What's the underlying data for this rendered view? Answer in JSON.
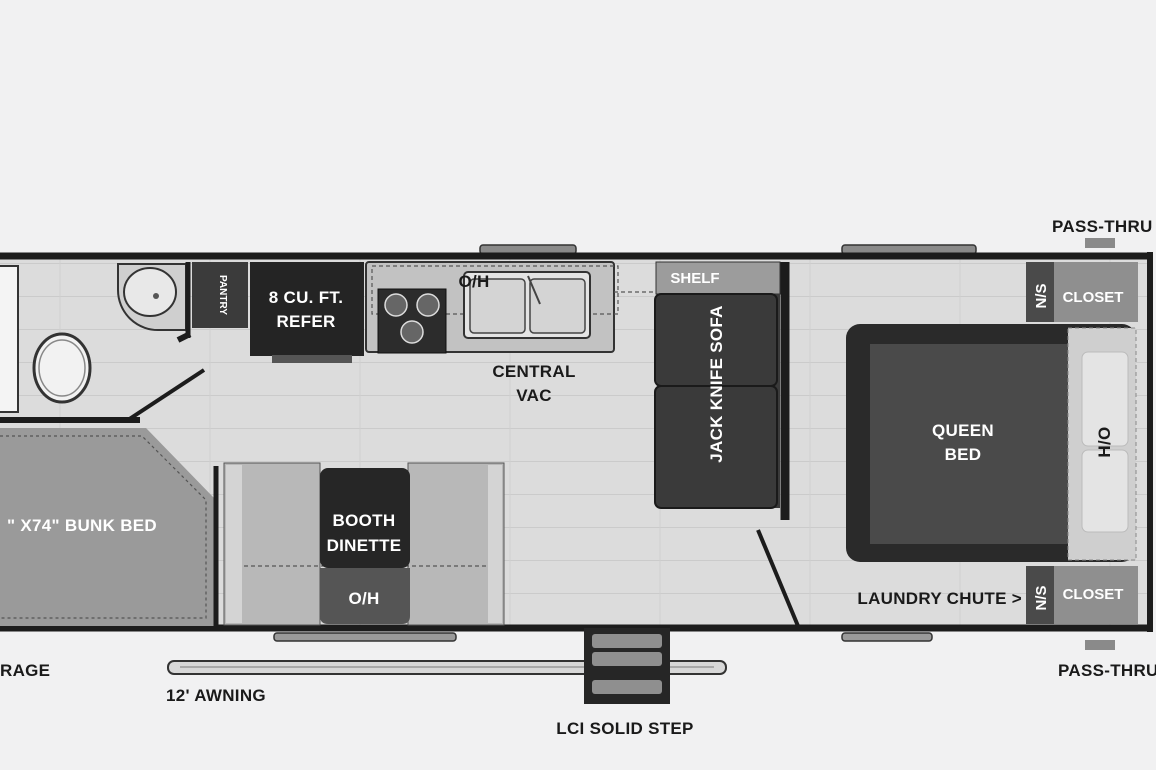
{
  "labels": {
    "pass_thru_top": "PASS-THRU",
    "pass_thru_bottom": "PASS-THRU",
    "pantry": "PANTRY",
    "refer_line1": "8 CU. FT.",
    "refer_line2": "REFER",
    "oh_kitchen": "O/H",
    "central_vac_line1": "CENTRAL",
    "central_vac_line2": "VAC",
    "shelf": "SHELF",
    "jack_knife_sofa": "JACK KNIFE SOFA",
    "ns_top": "N/S",
    "closet_top": "CLOSET",
    "queen_bed_line1": "QUEEN",
    "queen_bed_line2": "BED",
    "ho": "H/O",
    "bunk_bed": "\" X74\" BUNK BED",
    "booth_dinette_line1": "BOOTH",
    "booth_dinette_line2": "DINETTE",
    "oh_dinette": "O/H",
    "laundry_chute": "LAUNDRY CHUTE >",
    "ns_bottom": "N/S",
    "closet_bottom": "CLOSET",
    "storage": "RAGE",
    "awning": "12' AWNING",
    "lci_step": "LCI SOLID STEP"
  },
  "colors": {
    "background": "#f1f1f2",
    "floor": "#dcdcdc",
    "wall": "#1c1c1c",
    "dark_fixture": "#2a2a2a",
    "mid_fixture": "#9a9a9a",
    "light_fixture": "#cfcfcf",
    "text_dark": "#1a1a1a",
    "text_light": "#ffffff"
  }
}
